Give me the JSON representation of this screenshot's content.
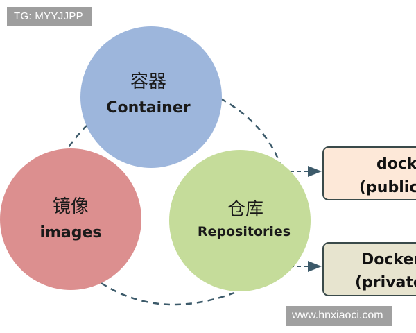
{
  "watermarks": {
    "top": "TG: MYYJJPP",
    "bottom": "www.hnxiaoci.com"
  },
  "nodes": {
    "container": {
      "cn": "容器",
      "en": "Container",
      "color": "#9db6dc"
    },
    "images": {
      "cn": "镜像",
      "en": "images",
      "color": "#dc8f8f"
    },
    "repositories": {
      "cn": "仓库",
      "en": "Repositories",
      "color": "#c5dc9a"
    }
  },
  "registries": {
    "public": {
      "line1": "docke",
      "line2": "(public",
      "fill": "#fde8d8"
    },
    "private": {
      "line1": "Docker",
      "line2": "(private",
      "fill": "#e7e4cf"
    }
  },
  "colors": {
    "dashed_line": "#3c5a6a",
    "box_stroke": "#3a4a4a"
  }
}
